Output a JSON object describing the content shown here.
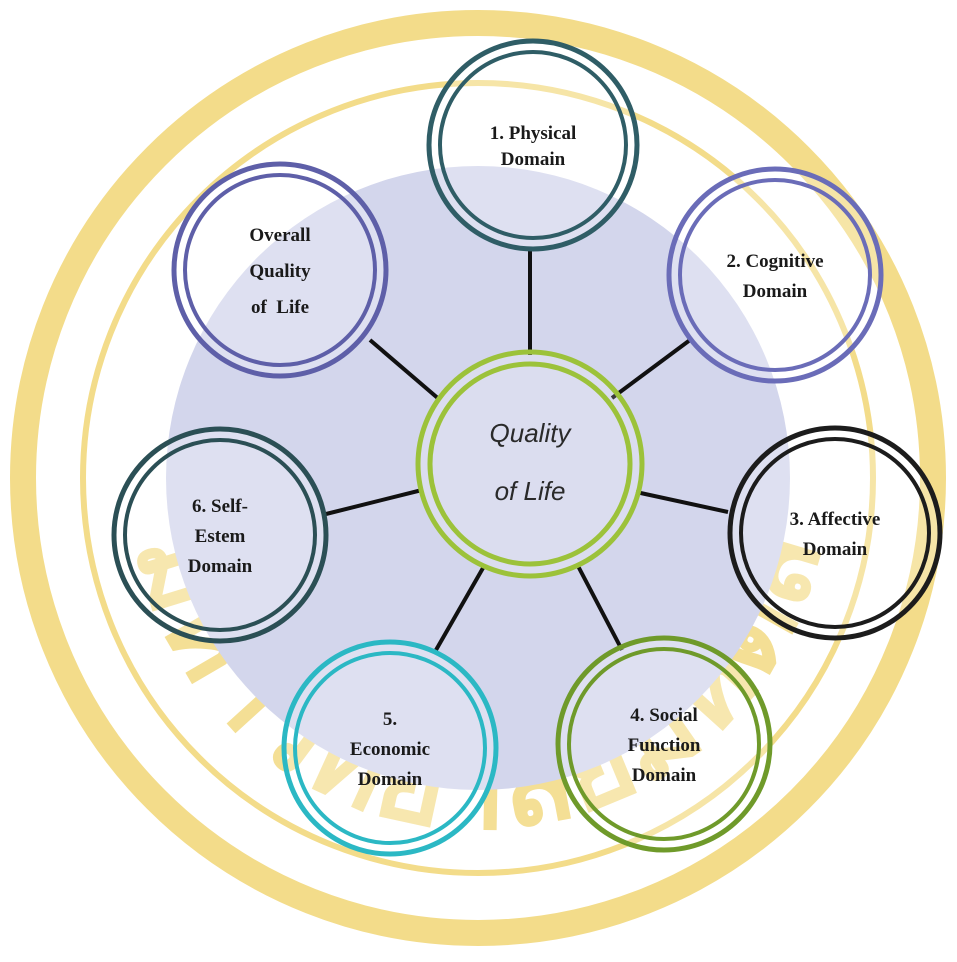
{
  "diagram": {
    "center": {
      "lines": [
        "Quality",
        "of Life"
      ],
      "ring_color": "#9cc23a"
    },
    "nodes": [
      {
        "id": "physical",
        "lines": [
          "1. Physical",
          "Domain"
        ],
        "ring_color": "#2f5d66"
      },
      {
        "id": "cognitive",
        "lines": [
          "2. Cognitive",
          "Domain"
        ],
        "ring_color": "#6a6cb8"
      },
      {
        "id": "affective",
        "lines": [
          "3. Affective",
          "Domain"
        ],
        "ring_color": "#1c1c1c"
      },
      {
        "id": "social-function",
        "lines": [
          "4. Social",
          "Function",
          "Domain"
        ],
        "ring_color": "#6f9a2a"
      },
      {
        "id": "economic",
        "lines": [
          "5.",
          "Economic",
          "Domain"
        ],
        "ring_color": "#2bb8c4"
      },
      {
        "id": "self-esteem",
        "lines": [
          "6. Self-",
          "Estem",
          "Domain"
        ],
        "ring_color": "#2b4f55"
      },
      {
        "id": "overall",
        "lines": [
          "Overall",
          "Quality",
          "of  Life"
        ],
        "ring_color": "#5e5fa8"
      }
    ],
    "background_disc_color": "#d3d6ec",
    "watermark": {
      "color": "#f3dc8a",
      "text": "มหาวิทยาลัยมหิดล"
    }
  }
}
